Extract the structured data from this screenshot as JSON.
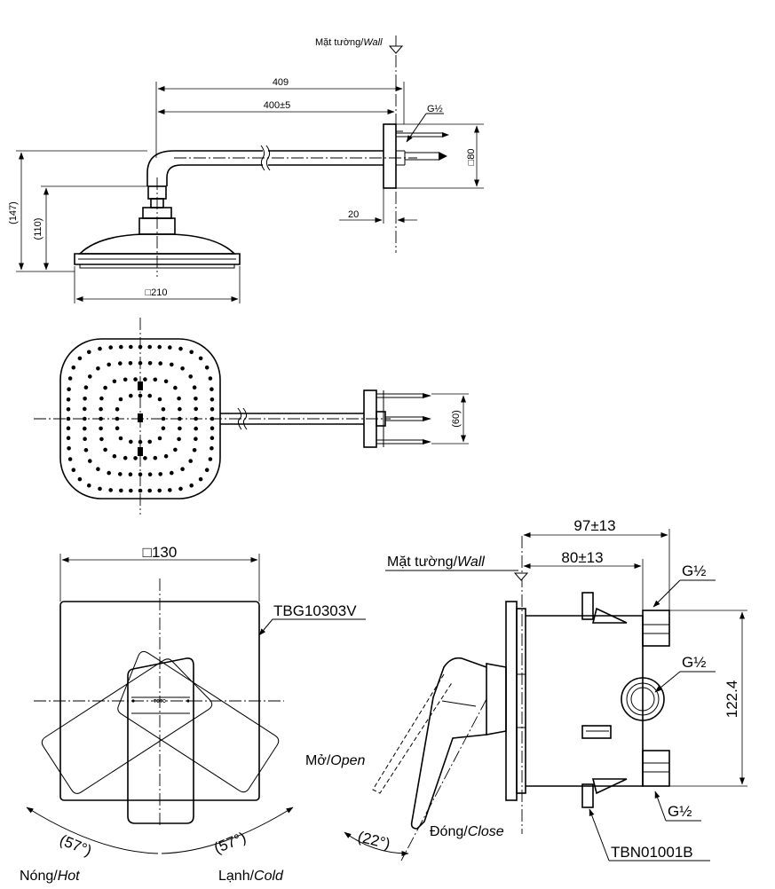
{
  "top_view": {
    "wall_label": "Mặt tường/",
    "wall_label_en": "Wall",
    "dim_409": "409",
    "dim_400": "400±5",
    "thread_label": "G½",
    "dim_80": "□80",
    "dim_20": "20",
    "dim_147": "(147)",
    "dim_110": "(110)",
    "dim_210": "□210"
  },
  "plan_view": {
    "dim_60": "(60)",
    "nozzle_rings": [
      {
        "count": 48,
        "size": 0.62
      },
      {
        "count": 36,
        "size": 0.48
      },
      {
        "count": 26,
        "size": 0.34
      },
      {
        "count": 16,
        "size": 0.2
      }
    ]
  },
  "valve_front": {
    "dim_130": "□130",
    "model": "TBG10303V",
    "brand": "TOTO",
    "angle_left": "(57°)",
    "angle_right": "(57°)",
    "hot_label": "Nóng/",
    "hot_label_en": "Hot",
    "cold_label": "Lạnh/",
    "cold_label_en": "Cold"
  },
  "valve_side": {
    "wall_label": "Mặt tường/",
    "wall_label_en": "Wall",
    "dim_97": "97±13",
    "dim_80": "80±13",
    "thread_top": "G½",
    "thread_mid": "G½",
    "thread_bottom": "G½",
    "dim_122": "122.4",
    "open_label": "Mở/",
    "open_label_en": "Open",
    "close_label": "Đóng/",
    "close_label_en": "Close",
    "angle": "(22°)",
    "model": "TBN01001B"
  }
}
